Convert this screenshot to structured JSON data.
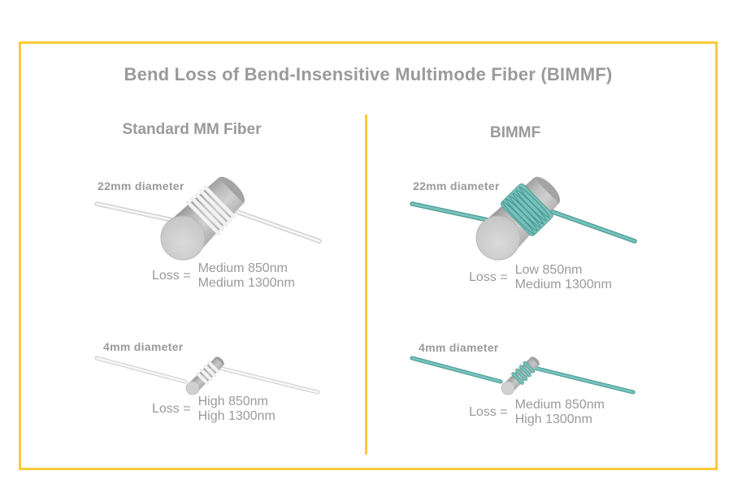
{
  "title": "Bend Loss of Bend-Insensitive Multimode Fiber (BIMMF)",
  "panels": [
    {
      "header": "Standard MM Fiber",
      "items": [
        {
          "diameter": "22mm diameter",
          "loss_label": "Loss =",
          "loss_850": "Medium 850nm",
          "loss_1300": "Medium 1300nm"
        },
        {
          "diameter": "4mm diameter",
          "loss_label": "Loss =",
          "loss_850": "High 850nm",
          "loss_1300": "High 1300nm"
        }
      ]
    },
    {
      "header": "BIMMF",
      "items": [
        {
          "diameter": "22mm diameter",
          "loss_label": "Loss =",
          "loss_850": "Low 850nm",
          "loss_1300": "Medium 1300nm"
        },
        {
          "diameter": "4mm diameter",
          "loss_label": "Loss =",
          "loss_850": "Medium 850nm",
          "loss_1300": "High 1300nm"
        }
      ]
    }
  ],
  "colors": {
    "frame_border": "#fdc93b",
    "text_gray": "#9a9a9a",
    "standard_fiber": "#f5f5f5",
    "standard_fiber_edge": "#cccccc",
    "bimmf_fiber": "#74c2bb",
    "bimmf_fiber_edge": "#4f9a93",
    "mandrel_gray": "#bdbdbd"
  }
}
